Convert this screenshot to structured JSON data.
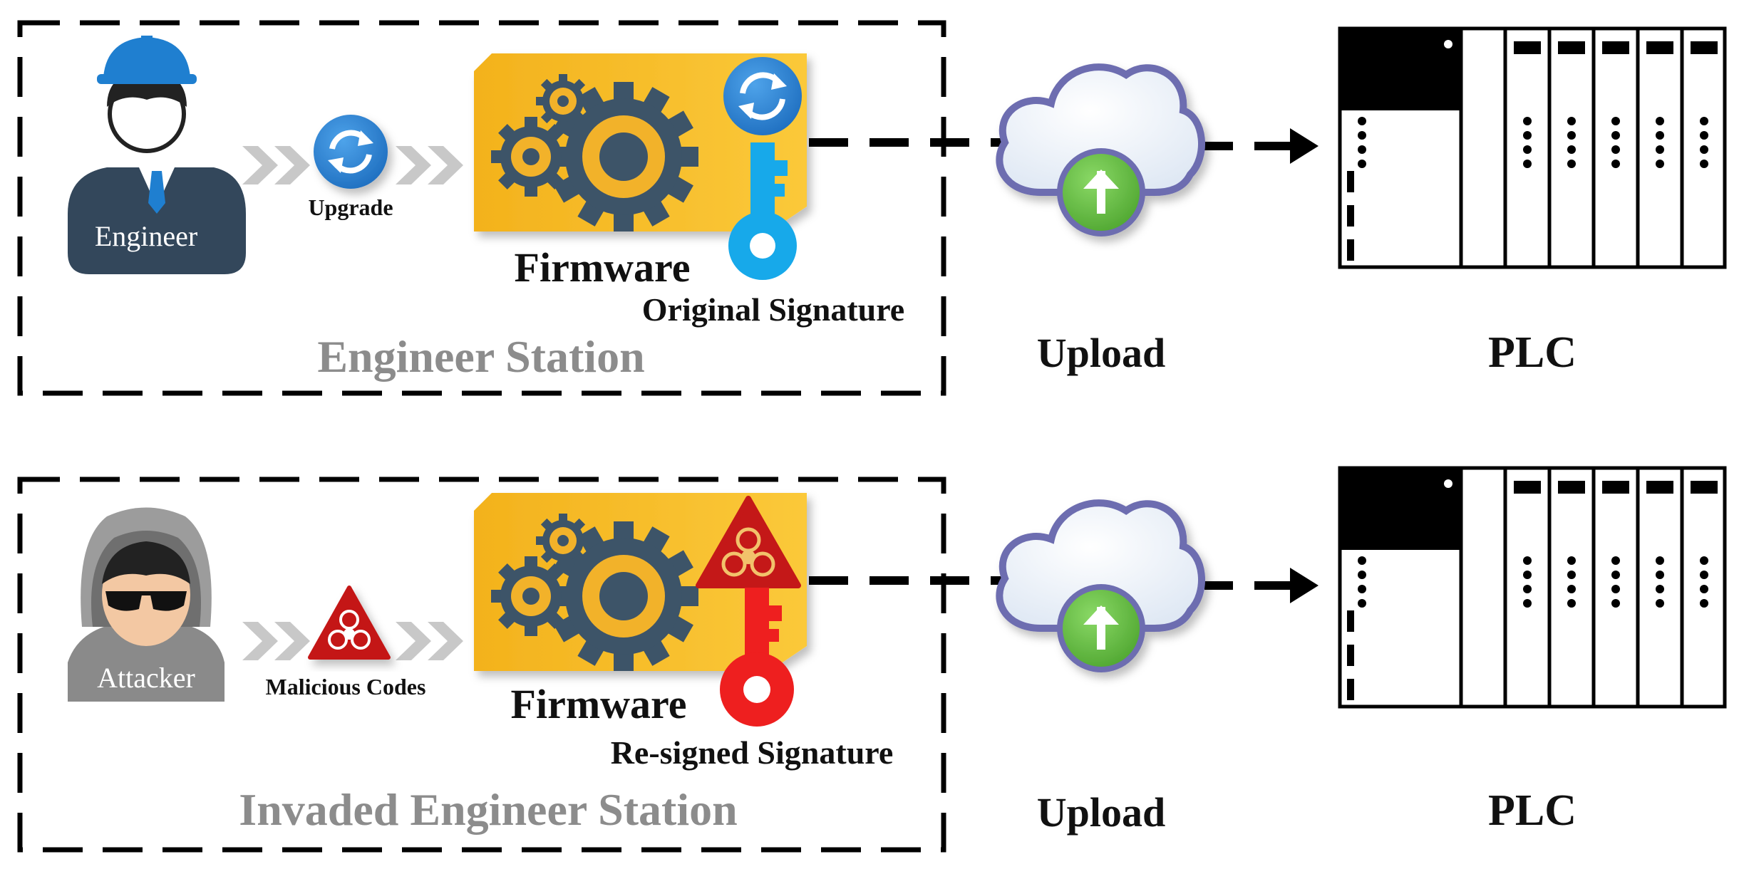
{
  "colors": {
    "gear_panel": "#f6b91c",
    "gear_dark": "#3d5468",
    "gear_accent": "#f2b22a",
    "sync_blue": "#2f86d4",
    "key_blue": "#17a9ea",
    "key_red": "#ee1f1f",
    "hazard_red": "#c41818",
    "cloud_outline": "#6d6db0",
    "upload_green": "#6ac24a",
    "station_label": "#8c8c8c",
    "engineer_helmet": "#1f7fd0",
    "engineer_suit": "#33475b",
    "attacker_hood": "#8a8a8a"
  },
  "top_row": {
    "person_label": "Engineer",
    "action_label": "Upgrade",
    "action_icon": "sync-icon",
    "firmware_label": "Firmware",
    "signature_label": "Original Signature",
    "station_label": "Engineer Station",
    "upload_label": "Upload",
    "plc_label": "PLC"
  },
  "bottom_row": {
    "person_label": "Attacker",
    "action_label": "Malicious Codes",
    "action_icon": "biohazard-icon",
    "firmware_label": "Firmware",
    "signature_label": "Re-signed Signature",
    "station_label": "Invaded Engineer Station",
    "upload_label": "Upload",
    "plc_label": "PLC"
  }
}
